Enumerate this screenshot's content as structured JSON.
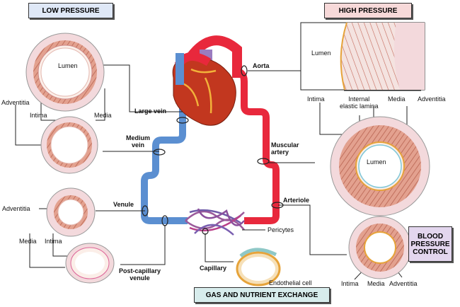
{
  "colors": {
    "vein": "#5b8fd1",
    "artery": "#e8283c",
    "low_box": "#dfe8f7",
    "high_box": "#f7d9d9",
    "bp_box": "#e3d6ee",
    "exchange_box": "#d7ecec",
    "adventitia": "#f3d9dc",
    "media": "#e3a18f",
    "intima": "#fbeee8"
  },
  "boxes": {
    "low_pressure": "LOW PRESSURE",
    "high_pressure": "HIGH PRESSURE",
    "bp_control": [
      "BLOOD",
      "PRESSURE",
      "CONTROL"
    ],
    "gas_exchange": "GAS AND NUTRIENT EXCHANGE"
  },
  "vessels": {
    "aorta": "Aorta",
    "large_vein": "Large vein",
    "medium_vein": [
      "Medium",
      "vein"
    ],
    "muscular_artery": [
      "Muscular",
      "artery"
    ],
    "venule": "Venule",
    "arteriole": "Arteriole",
    "post_capillary": [
      "Post-capillary",
      "venule"
    ],
    "capillary": "Capillary"
  },
  "layers": {
    "lumen": "Lumen",
    "adventitia": "Adventitia",
    "intima": "Intima",
    "media": "Media",
    "internal_elastic": [
      "Internal",
      "elastic lamina"
    ],
    "pericytes": "Pericytes",
    "endothelial": "Endothelial cell"
  }
}
